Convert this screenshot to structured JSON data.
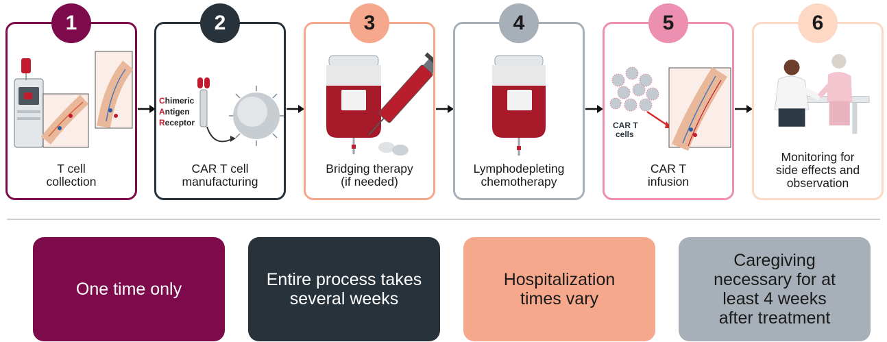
{
  "colors": {
    "maroon": "#7d0a4b",
    "dark_slate": "#27323b",
    "peach": "#f6a88c",
    "gray": "#a7b0b8",
    "pink": "#ec8fb0",
    "light_peach": "#fcd8c5",
    "arrow": "#111111"
  },
  "steps": [
    {
      "number": "1",
      "label": "T cell\ncollection",
      "icon": "t-cell-collection-illustration",
      "car_letters": []
    },
    {
      "number": "2",
      "label": "CAR T cell\nmanufacturing",
      "icon": "car-manufacturing-illustration",
      "car_letters": [
        {
          "first": "C",
          "rest": "himeric"
        },
        {
          "first": "A",
          "rest": "ntigen"
        },
        {
          "first": "R",
          "rest": "eceptor"
        }
      ]
    },
    {
      "number": "3",
      "label": "Bridging therapy\n(if needed)",
      "icon": "iv-bag-syringe-illustration"
    },
    {
      "number": "4",
      "label": "Lymphodepleting\nchemotherapy",
      "icon": "iv-bag-illustration"
    },
    {
      "number": "5",
      "label": "CAR T\ninfusion",
      "icon": "car-t-infusion-illustration",
      "cells_label": "CAR T\ncells"
    },
    {
      "number": "6",
      "label": "Monitoring for\nside effects and\nobservation",
      "icon": "doctor-patient-illustration"
    }
  ],
  "info_boxes": [
    {
      "text": "One time only"
    },
    {
      "text": "Entire process takes\nseveral weeks"
    },
    {
      "text": "Hospitalization\ntimes vary"
    },
    {
      "text": "Caregiving\nnecessary for at\nleast 4 weeks\nafter treatment"
    }
  ]
}
